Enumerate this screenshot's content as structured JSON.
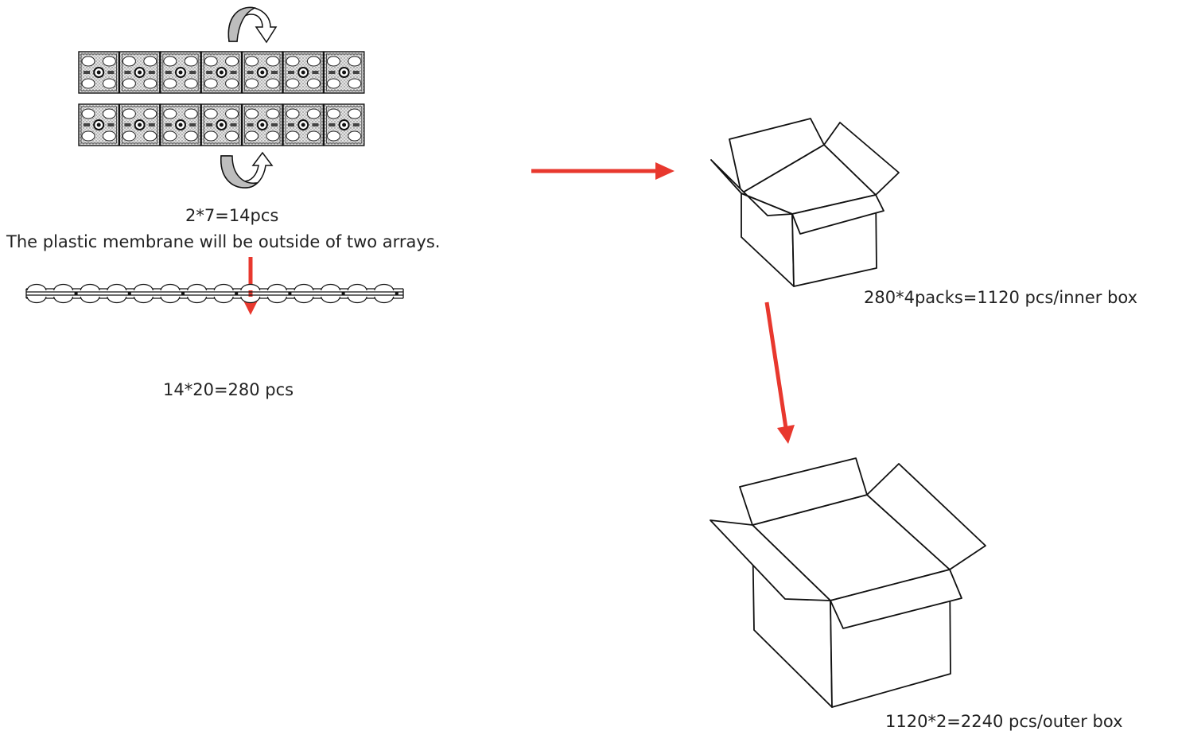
{
  "labels": {
    "array_count": "2*7=14pcs",
    "membrane_note": "The plastic membrane will be outside of two arrays.",
    "stack_count": "14*20=280 pcs",
    "inner_box": "280*4packs=1120 pcs/inner box",
    "outer_box": "1120*2=2240 pcs/outer box"
  },
  "array": {
    "rows": 2,
    "columns": 7
  },
  "stack": {
    "units": 14
  },
  "colors": {
    "flow_arrow": "#e8382e",
    "line": "#111111",
    "component_fill": "#dcdcdc",
    "rotate_arrow_fill": "#bdbdbd"
  }
}
